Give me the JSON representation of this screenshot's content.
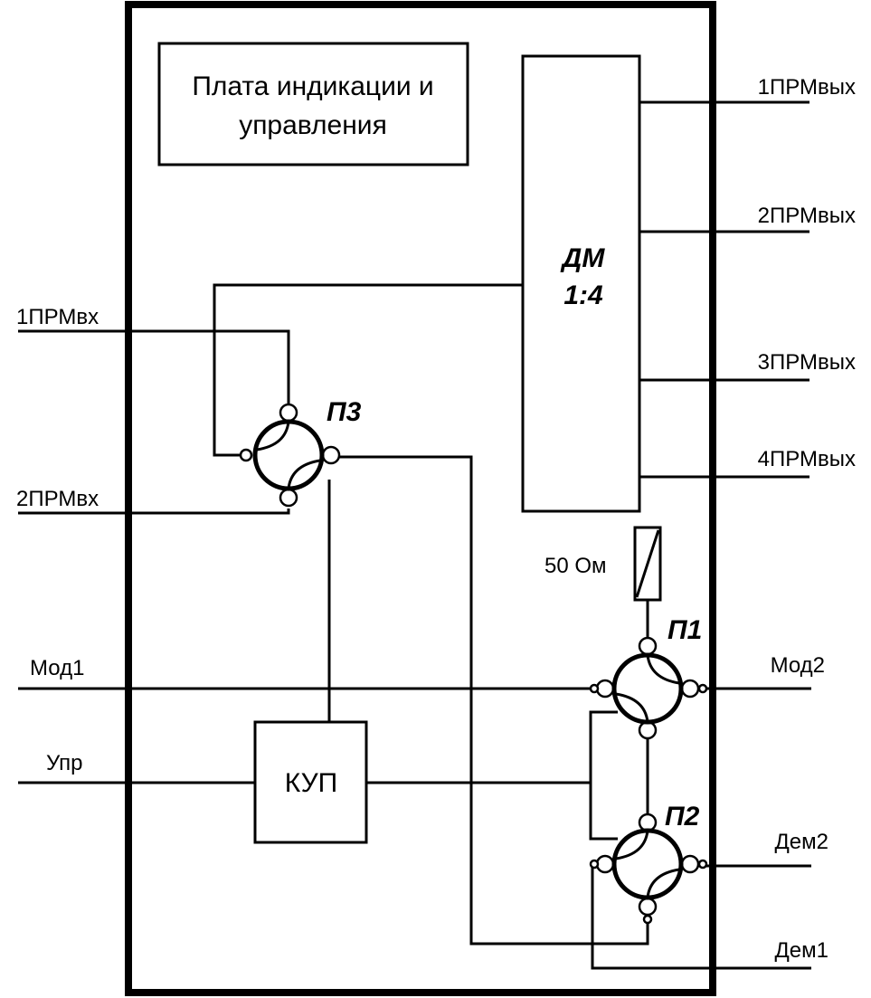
{
  "blocks": {
    "indication_line1": "Плата индикации и",
    "indication_line2": "управления",
    "dm_line1": "ДМ",
    "dm_line2": "1:4",
    "kup": "КУП",
    "resistor": "50 Ом"
  },
  "couplers": {
    "p1": "П1",
    "p2": "П2",
    "p3": "П3"
  },
  "ports": {
    "in1": "1ПРМвх",
    "in2": "2ПРМвх",
    "out1": "1ПРМвых",
    "out2": "2ПРМвых",
    "out3": "3ПРМвых",
    "out4": "4ПРМвых",
    "mod1": "Мод1",
    "mod2": "Мод2",
    "upr": "Упр",
    "dem1": "Дем1",
    "dem2": "Дем2"
  }
}
